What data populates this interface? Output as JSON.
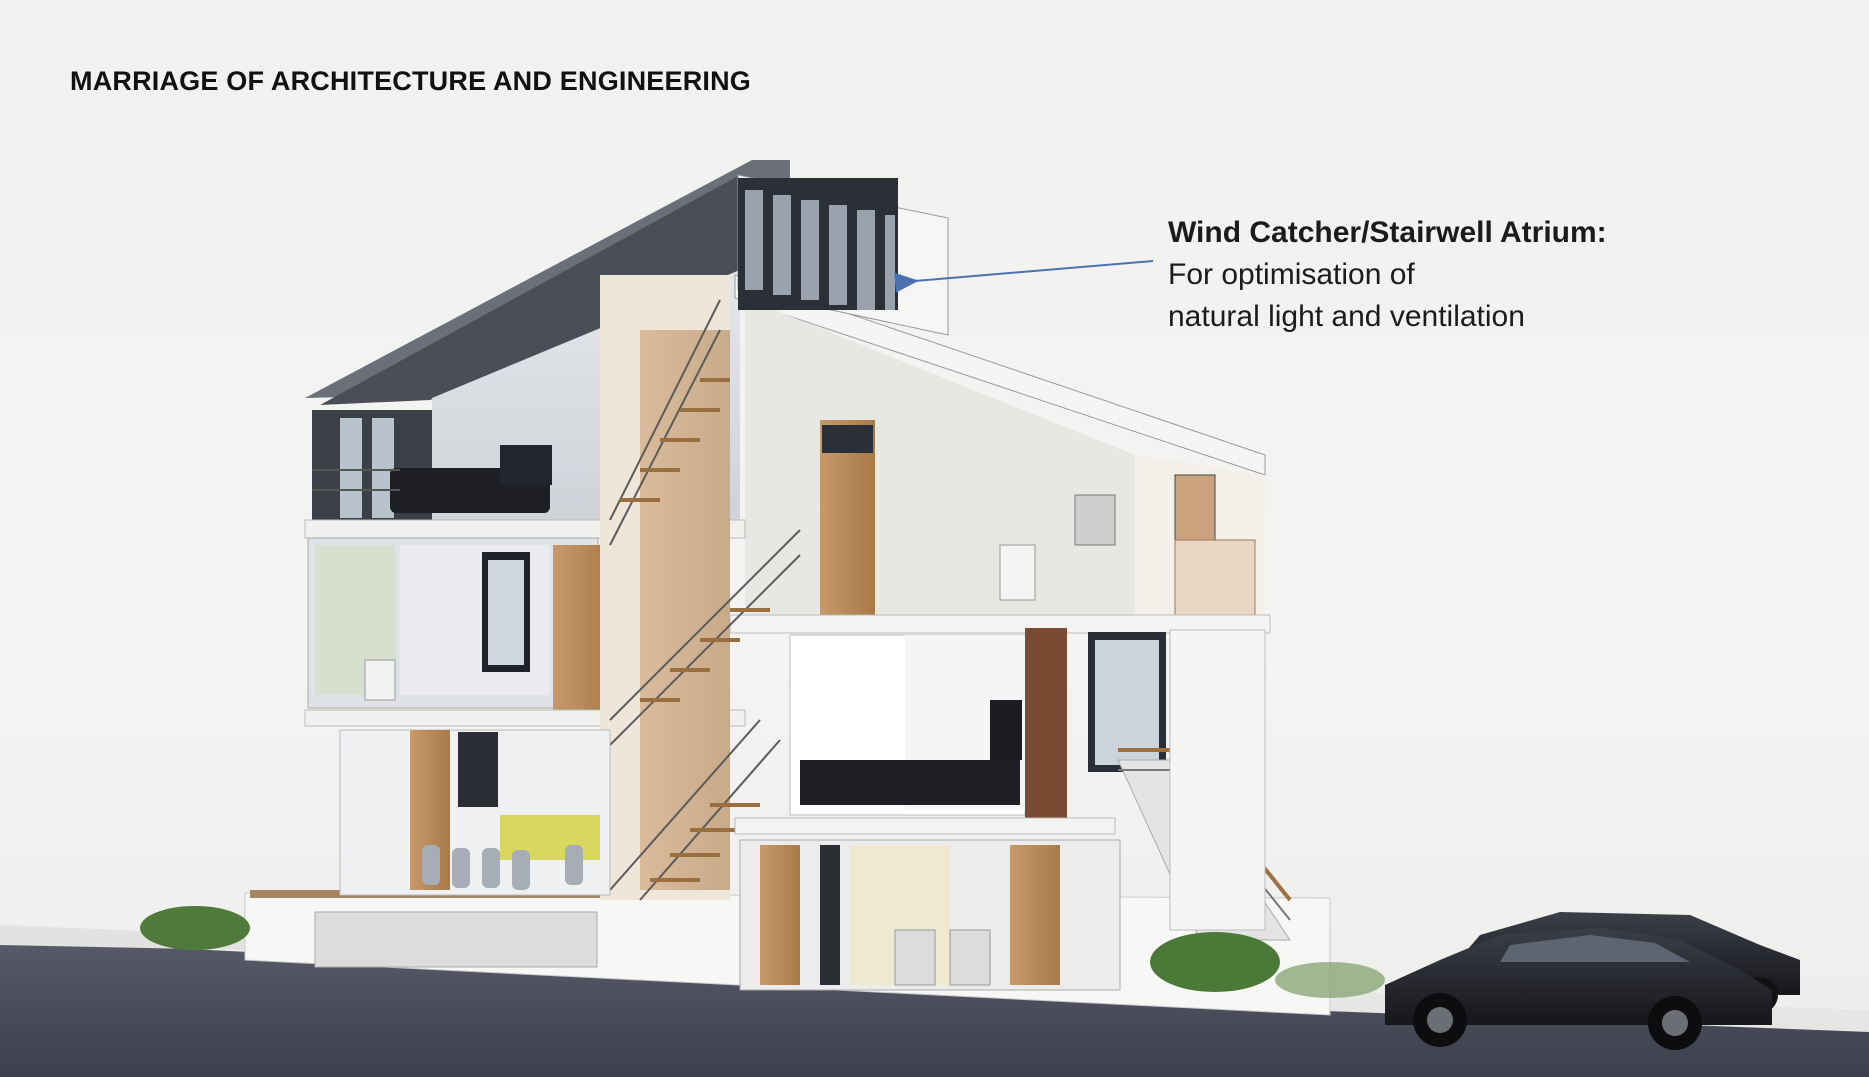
{
  "title": "MARRIAGE OF ARCHITECTURE AND ENGINEERING",
  "callout": {
    "heading": "Wind Catcher/Stairwell Atrium:",
    "line1": "For optimisation of",
    "line2": "natural light and ventilation"
  },
  "colors": {
    "background": "#f3f3f2",
    "arrow": "#4a72b0",
    "road": "#4b4d5c",
    "wood": "#b88a55"
  }
}
